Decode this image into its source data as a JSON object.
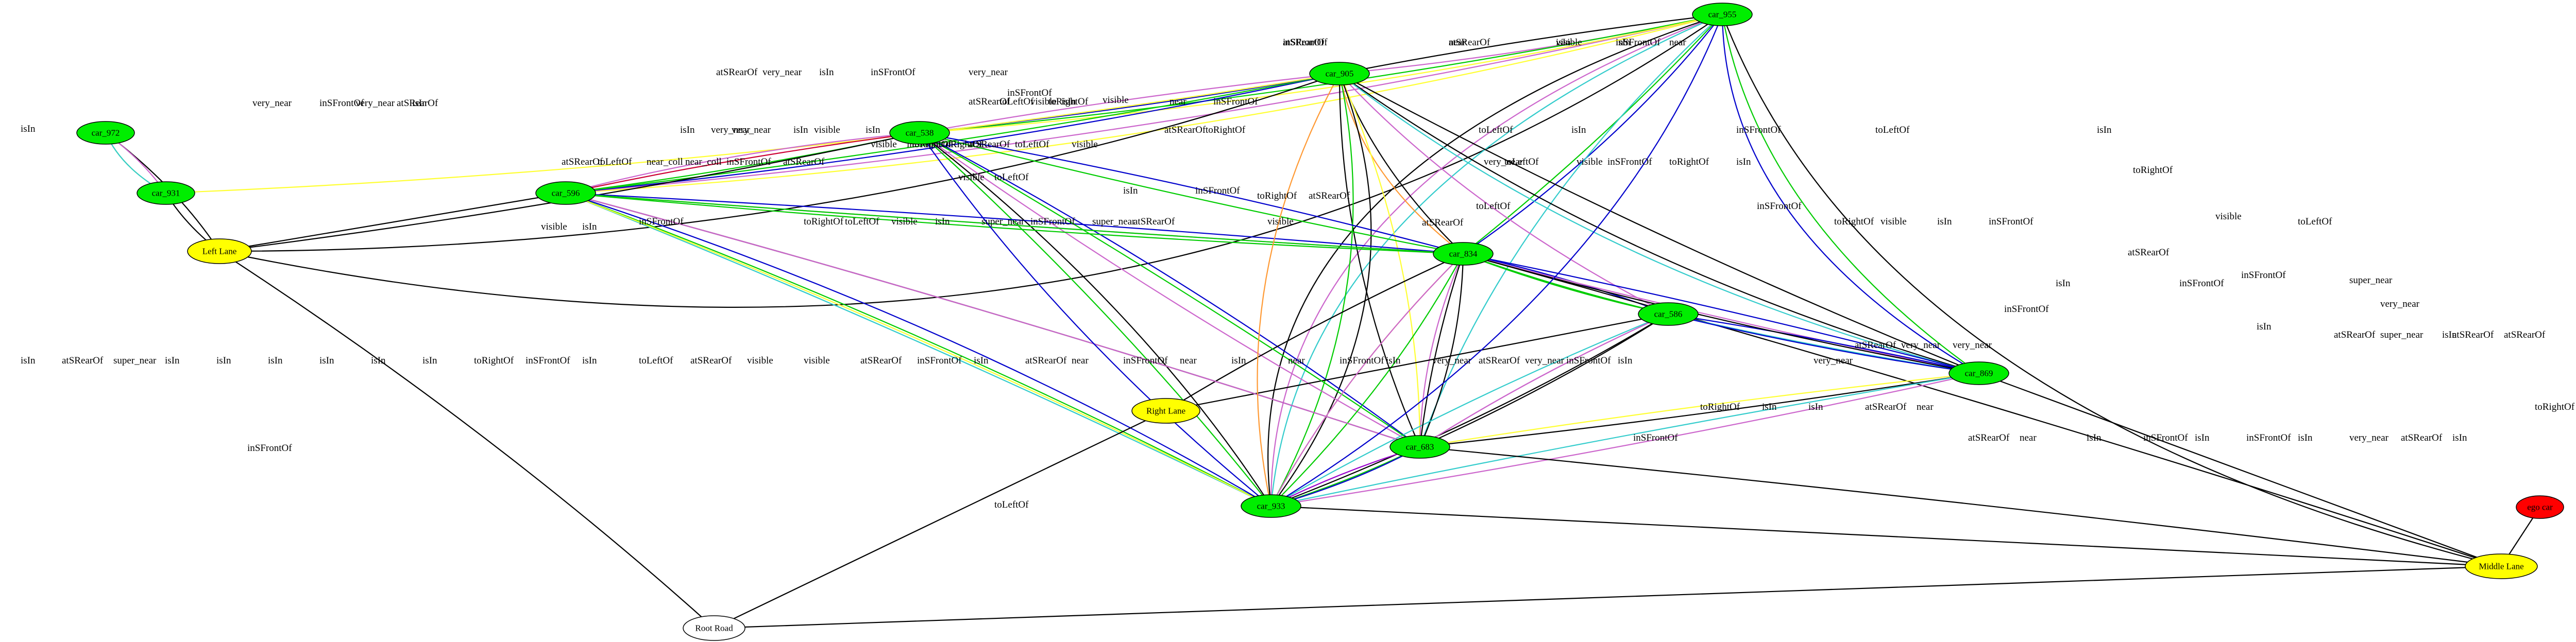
{
  "colors": {
    "car": "#00ee00",
    "lane": "#ffff00",
    "ego": "#ff0000",
    "root": "#ffffff",
    "edges": [
      "#000000",
      "#0000cc",
      "#00cc00",
      "#cc66cc",
      "#ffff33",
      "#33cccc",
      "#ff9933",
      "#cc0033",
      "#9900cc"
    ]
  },
  "nodes": {
    "car_955": {
      "label": "car_955",
      "kind": "car"
    },
    "car_905": {
      "label": "car_905",
      "kind": "car"
    },
    "car_972": {
      "label": "car_972",
      "kind": "car"
    },
    "car_931": {
      "label": "car_931",
      "kind": "car"
    },
    "car_538": {
      "label": "car_538",
      "kind": "car"
    },
    "car_596": {
      "label": "car_596",
      "kind": "car"
    },
    "car_834": {
      "label": "car_834",
      "kind": "car"
    },
    "car_586": {
      "label": "car_586",
      "kind": "car"
    },
    "car_869": {
      "label": "car_869",
      "kind": "car"
    },
    "car_683": {
      "label": "car_683",
      "kind": "car"
    },
    "car_933": {
      "label": "car_933",
      "kind": "car"
    },
    "ego_car": {
      "label": "ego car",
      "kind": "ego"
    },
    "left_lane": {
      "label": "Left Lane",
      "kind": "lane"
    },
    "right_lane": {
      "label": "Right Lane",
      "kind": "lane"
    },
    "middle_lane": {
      "label": "Middle Lane",
      "kind": "lane"
    },
    "root_road": {
      "label": "Root Road",
      "kind": "root"
    }
  },
  "edge_labels": [
    {
      "text": "atSRearOf"
    },
    {
      "text": "near"
    },
    {
      "text": "isIn"
    },
    {
      "text": "inSFrontOf"
    },
    {
      "text": "near"
    },
    {
      "text": "atSRearOf"
    },
    {
      "text": "very_near"
    },
    {
      "text": "isIn"
    },
    {
      "text": "inSFrontOf"
    },
    {
      "text": "very_near"
    },
    {
      "text": "isIn"
    },
    {
      "text": "very_near"
    },
    {
      "text": "very_near"
    },
    {
      "text": "atSRearOf"
    },
    {
      "text": "isIn"
    },
    {
      "text": "inSFrontOf"
    },
    {
      "text": "visible"
    },
    {
      "text": "atSRearOf"
    },
    {
      "text": "toLeftOf"
    },
    {
      "text": "visible"
    },
    {
      "text": "isIn"
    },
    {
      "text": "inSFrontOf"
    },
    {
      "text": "toRightOf"
    },
    {
      "text": "near"
    },
    {
      "text": "inSFrontOf"
    },
    {
      "text": "atSRearOf"
    },
    {
      "text": "toRightOf"
    },
    {
      "text": "toLeftOf"
    },
    {
      "text": "isIn"
    },
    {
      "text": "inSFrontOf"
    },
    {
      "text": "toLeftOf"
    },
    {
      "text": "isIn"
    },
    {
      "text": "isIn"
    },
    {
      "text": "very_near"
    },
    {
      "text": "very_near"
    },
    {
      "text": "isIn"
    },
    {
      "text": "visible"
    },
    {
      "text": "isIn"
    },
    {
      "text": "inSFrontOf"
    },
    {
      "text": "toRightOf"
    },
    {
      "text": "toLeftOf"
    },
    {
      "text": "visible"
    },
    {
      "text": "atSRearOf"
    },
    {
      "text": "toLeftOf"
    },
    {
      "text": "near_coll"
    },
    {
      "text": "near_coll"
    },
    {
      "text": "inSFrontOf"
    },
    {
      "text": "atSRearOf"
    },
    {
      "text": "visible"
    },
    {
      "text": "isIn"
    },
    {
      "text": "inSFrontOf"
    },
    {
      "text": "toRightOf"
    },
    {
      "text": "visible"
    },
    {
      "text": "toRightOf"
    },
    {
      "text": "atSRearOf"
    },
    {
      "text": "toLeftOf"
    },
    {
      "text": "visible"
    },
    {
      "text": "isIn"
    },
    {
      "text": "inSFrontOf"
    },
    {
      "text": "toRightOf"
    },
    {
      "text": "atSRearOf"
    },
    {
      "text": "toLeftOf"
    },
    {
      "text": "visible"
    },
    {
      "text": "isIn"
    },
    {
      "text": "super_near"
    },
    {
      "text": "inSFrontOf"
    },
    {
      "text": "super_near"
    },
    {
      "text": "atSRearOf"
    },
    {
      "text": "visible"
    },
    {
      "text": "atSRearOf"
    },
    {
      "text": "toLeftOf"
    },
    {
      "text": "very_near"
    },
    {
      "text": "toLeftOf"
    },
    {
      "text": "visible"
    },
    {
      "text": "inSFrontOf"
    },
    {
      "text": "toRightOf"
    },
    {
      "text": "isIn"
    },
    {
      "text": "inSFrontOf"
    },
    {
      "text": "toRightOf"
    },
    {
      "text": "visible"
    },
    {
      "text": "isIn"
    },
    {
      "text": "inSFrontOf"
    },
    {
      "text": "toRightOf"
    },
    {
      "text": "visible"
    },
    {
      "text": "atSRearOf"
    },
    {
      "text": "toLeftOf"
    },
    {
      "text": "inSFrontOf"
    },
    {
      "text": "super_near"
    },
    {
      "text": "atSRearOf"
    },
    {
      "text": "super_near"
    },
    {
      "text": "isIn"
    },
    {
      "text": "atSRearOf"
    },
    {
      "text": "toLeftOf"
    },
    {
      "text": "visible"
    },
    {
      "text": "isIn"
    },
    {
      "text": "toRightOf"
    },
    {
      "text": "atSRearOf"
    },
    {
      "text": "very_near"
    },
    {
      "text": "isIn"
    },
    {
      "text": "inSFrontOf"
    },
    {
      "text": "isIn"
    },
    {
      "text": "inSFrontOf"
    },
    {
      "text": "very_near"
    },
    {
      "text": "very_near"
    },
    {
      "text": "atSRearOf"
    },
    {
      "text": "very_near"
    },
    {
      "text": "isIn"
    },
    {
      "text": "inSFrontOf"
    },
    {
      "text": "very_near"
    },
    {
      "text": "atSRearOf"
    },
    {
      "text": "very_near"
    },
    {
      "text": "isIn"
    },
    {
      "text": "inSFrontOf"
    },
    {
      "text": "near"
    },
    {
      "text": "isIn"
    },
    {
      "text": "near"
    },
    {
      "text": "inSFrontOf"
    },
    {
      "text": "near"
    },
    {
      "text": "atSRearOf"
    },
    {
      "text": "isIn"
    },
    {
      "text": "inSFrontOf"
    },
    {
      "text": "atSRearOf"
    },
    {
      "text": "visible"
    },
    {
      "text": "visible"
    },
    {
      "text": "atSRearOf"
    },
    {
      "text": "toLeftOf"
    },
    {
      "text": "isIn"
    },
    {
      "text": "inSFrontOf"
    },
    {
      "text": "toRightOf"
    },
    {
      "text": "isIn"
    },
    {
      "text": "isIn"
    },
    {
      "text": "isIn"
    },
    {
      "text": "isIn"
    },
    {
      "text": "isIn"
    },
    {
      "text": "isIn"
    },
    {
      "text": "super_near"
    },
    {
      "text": "atSRearOf"
    },
    {
      "text": "isIn"
    },
    {
      "text": "inSFrontOf"
    },
    {
      "text": "toLeftOf"
    },
    {
      "text": "inSFrontOf"
    },
    {
      "text": "toRightOf"
    },
    {
      "text": "isIn"
    },
    {
      "text": "isIn"
    },
    {
      "text": "atSRearOf"
    },
    {
      "text": "near"
    },
    {
      "text": "atSRearOf"
    },
    {
      "text": "near"
    },
    {
      "text": "isIn"
    },
    {
      "text": "inSFrontOf"
    },
    {
      "text": "isIn"
    },
    {
      "text": "inSFrontOf"
    },
    {
      "text": "isIn"
    },
    {
      "text": "very_near"
    },
    {
      "text": "atSRearOf"
    },
    {
      "text": "isIn"
    },
    {
      "text": "inSFrontOf"
    },
    {
      "text": "atSRearOf"
    },
    {
      "text": "visible"
    },
    {
      "text": "isIn"
    }
  ]
}
